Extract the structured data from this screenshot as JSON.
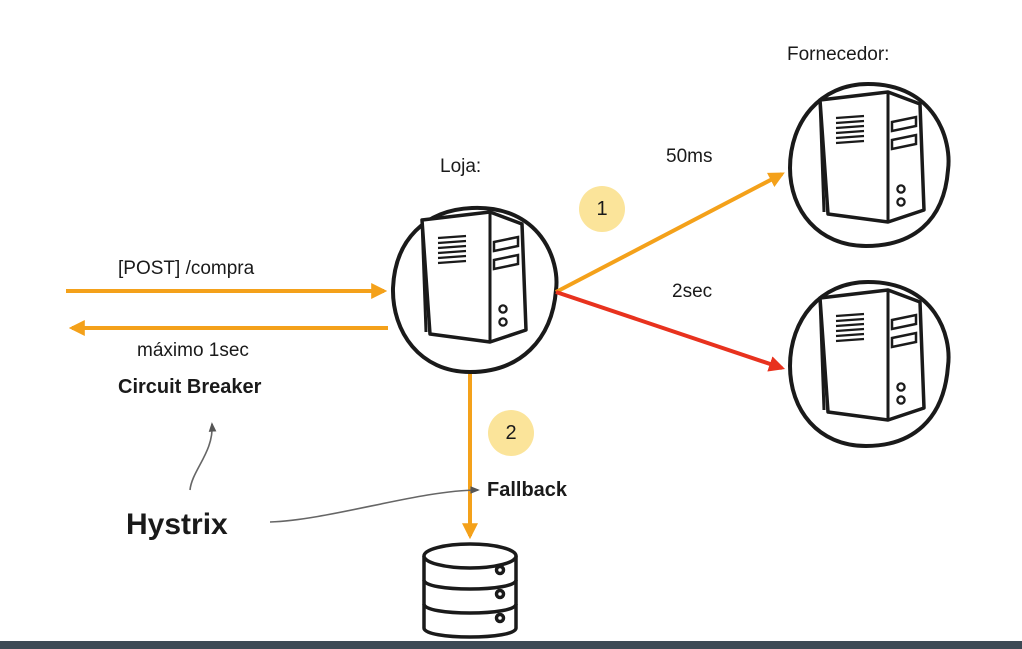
{
  "labels": {
    "loja": "Loja:",
    "fornecedor": "Fornecedor:",
    "post_compra": "[POST] /compra",
    "maximo": "máximo 1sec",
    "circuit_breaker": "Circuit Breaker",
    "hystrix": "Hystrix",
    "fallback": "Fallback",
    "fast_latency": "50ms",
    "slow_latency": "2sec"
  },
  "badges": {
    "step1": "1",
    "step2": "2"
  },
  "colors": {
    "orange": "#f4a11a",
    "red": "#e8321e",
    "badge": "#fbe49a",
    "gray_arrow": "#666666",
    "outline": "#1a1a1a"
  },
  "icons": [
    "store-server-icon",
    "supplier-server-fast-icon",
    "supplier-server-slow-icon",
    "database-icon"
  ]
}
